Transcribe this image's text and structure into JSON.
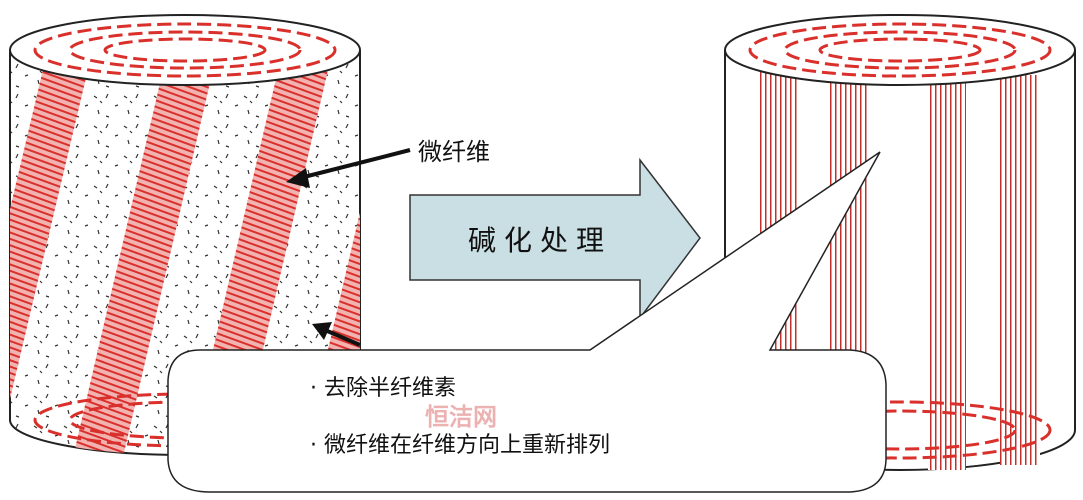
{
  "labels": {
    "microfiber": "微纤维",
    "process": "碱化处理",
    "bullet_1": "· 去除半纤维素",
    "bullet_2": "· 微纤维在纤维方向上重新排列"
  },
  "watermark": "恒洁网",
  "colors": {
    "fiber_red": "#d9302c",
    "arrow_fill": "#c9dfe3",
    "outline": "#222222"
  }
}
